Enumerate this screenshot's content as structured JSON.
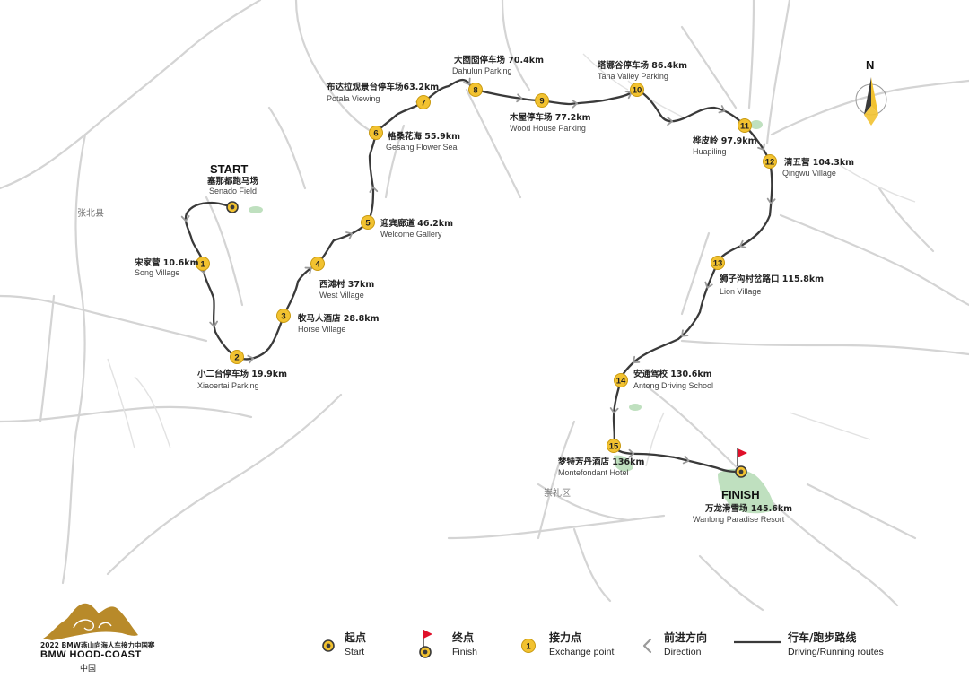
{
  "map": {
    "start_label": "START",
    "start_cn": "塞那都跑马场",
    "start_en": "Senado Field",
    "finish_label": "FINISH",
    "north_label": "N",
    "checkpoints": [
      {
        "num": "1",
        "cn": "宋家营 10.6km",
        "en": "Song Village"
      },
      {
        "num": "2",
        "cn": "小二台停车场 19.9km",
        "en": "Xiaoertai Parking"
      },
      {
        "num": "3",
        "cn": "牧马人酒店 28.8km",
        "en": "Horse Village"
      },
      {
        "num": "4",
        "cn": "西滩村 37km",
        "en": "West Village"
      },
      {
        "num": "5",
        "cn": "迎宾廊道 46.2km",
        "en": "Welcome Gallery"
      },
      {
        "num": "6",
        "cn": "格桑花海 55.9km",
        "en": "Gesang Flower Sea"
      },
      {
        "num": "7",
        "cn": "布达拉观景台停车场63.2km",
        "en": "Potala Viewing"
      },
      {
        "num": "8",
        "cn": "大囫囵停车场 70.4km",
        "en": "Dahulun Parking"
      },
      {
        "num": "9",
        "cn": "木屋停车场 77.2km",
        "en": "Wood House Parking"
      },
      {
        "num": "10",
        "cn": "塔娜谷停车场 86.4km",
        "en": "Tana Valley Parking"
      },
      {
        "num": "11",
        "cn": "桦皮岭 97.9km",
        "en": "Huapiling"
      },
      {
        "num": "12",
        "cn": "清五营 104.3km",
        "en": "Qingwu Village"
      },
      {
        "num": "13",
        "cn": "狮子沟村岔路口 115.8km",
        "en": "Lion Village"
      },
      {
        "num": "14",
        "cn": "安通驾校 130.6km",
        "en": "Antong Driving School"
      },
      {
        "num": "15",
        "cn": "梦特芳丹酒店 136km",
        "en": "Montefondant Hotel"
      }
    ],
    "finish_cn": "万龙滑雪场 145.6km",
    "finish_en": "Wanlong Paradise Resort",
    "place_labels": [
      "张北县",
      "崇礼区"
    ]
  },
  "legend": {
    "start_cn": "起点",
    "start_en": "Start",
    "finish_cn": "终点",
    "finish_en": "Finish",
    "exchange_cn": "接力点",
    "exchange_en": "Exchange point",
    "exchange_icon_num": "1",
    "direction_cn": "前进方向",
    "direction_en": "Direction",
    "route_cn": "行车/跑步路线",
    "route_en": "Driving/Running routes"
  },
  "logo": {
    "line1": "2022 BMW燕山向海人车接力中国赛",
    "line2": "BMW HOOD-COAST",
    "line3": "中国"
  },
  "colors": {
    "route": "#3a3a3a",
    "checkpoint": "#f2c230",
    "checkpoint_stroke": "#c99a10",
    "road": "#d4d4d4",
    "park": "#bfe0bf",
    "flag": "#e0102a",
    "logo_gold": "#b88a2a"
  }
}
